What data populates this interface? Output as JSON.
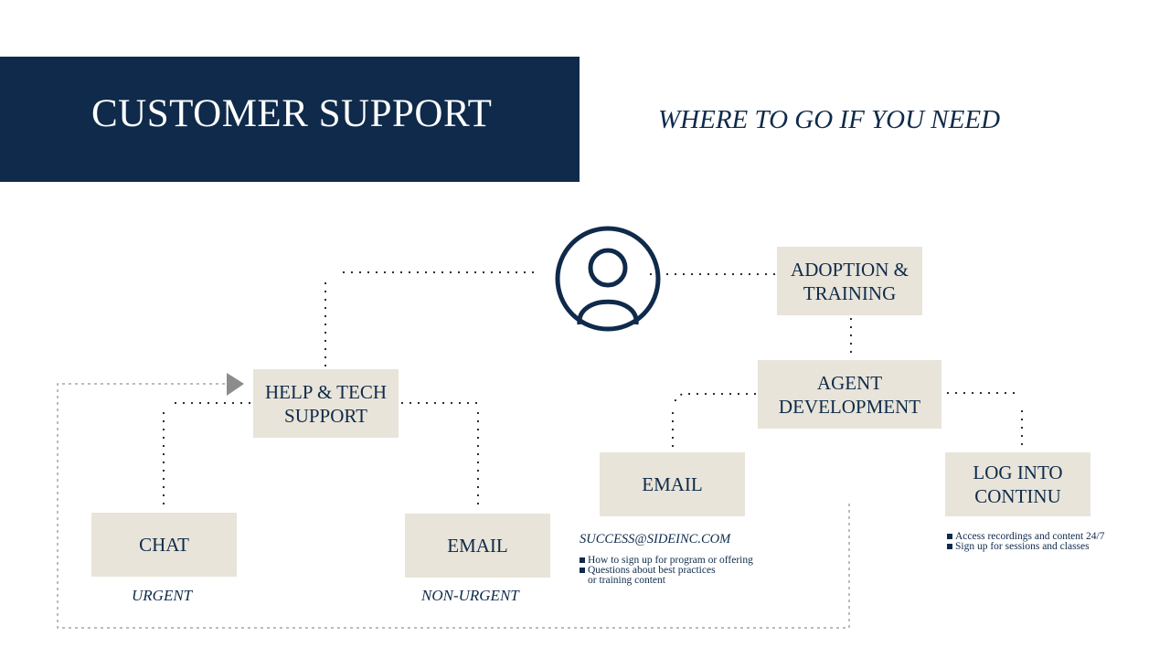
{
  "header": {
    "title": "CUSTOMER SUPPORT",
    "subtitle": "WHERE TO GO IF YOU NEED"
  },
  "nodes": {
    "adoption": "ADOPTION & TRAINING",
    "agent_dev": "AGENT DEVELOPMENT",
    "email_right": "EMAIL",
    "log_into": "LOG INTO CONTINU",
    "help_tech": "HELP & TECH SUPPORT",
    "chat": "CHAT",
    "email_left": "EMAIL"
  },
  "labels": {
    "urgent": "URGENT",
    "non_urgent": "NON-URGENT",
    "success_email": "SUCCESS@SIDEINC.COM"
  },
  "email_bullets": [
    "How to sign up for program or offering",
    "Questions about best practices",
    "or training content"
  ],
  "continu_bullets": [
    "Access recordings and content 24/7",
    "Sign up for sessions and classes"
  ],
  "icons": {
    "center": "user-circle-icon",
    "arrow": "triangle-arrow-icon"
  },
  "colors": {
    "navy": "#0f2a4a",
    "box": "#e8e4d9",
    "dashed": "#a6a6a6",
    "arrow": "#8c8c8c"
  }
}
